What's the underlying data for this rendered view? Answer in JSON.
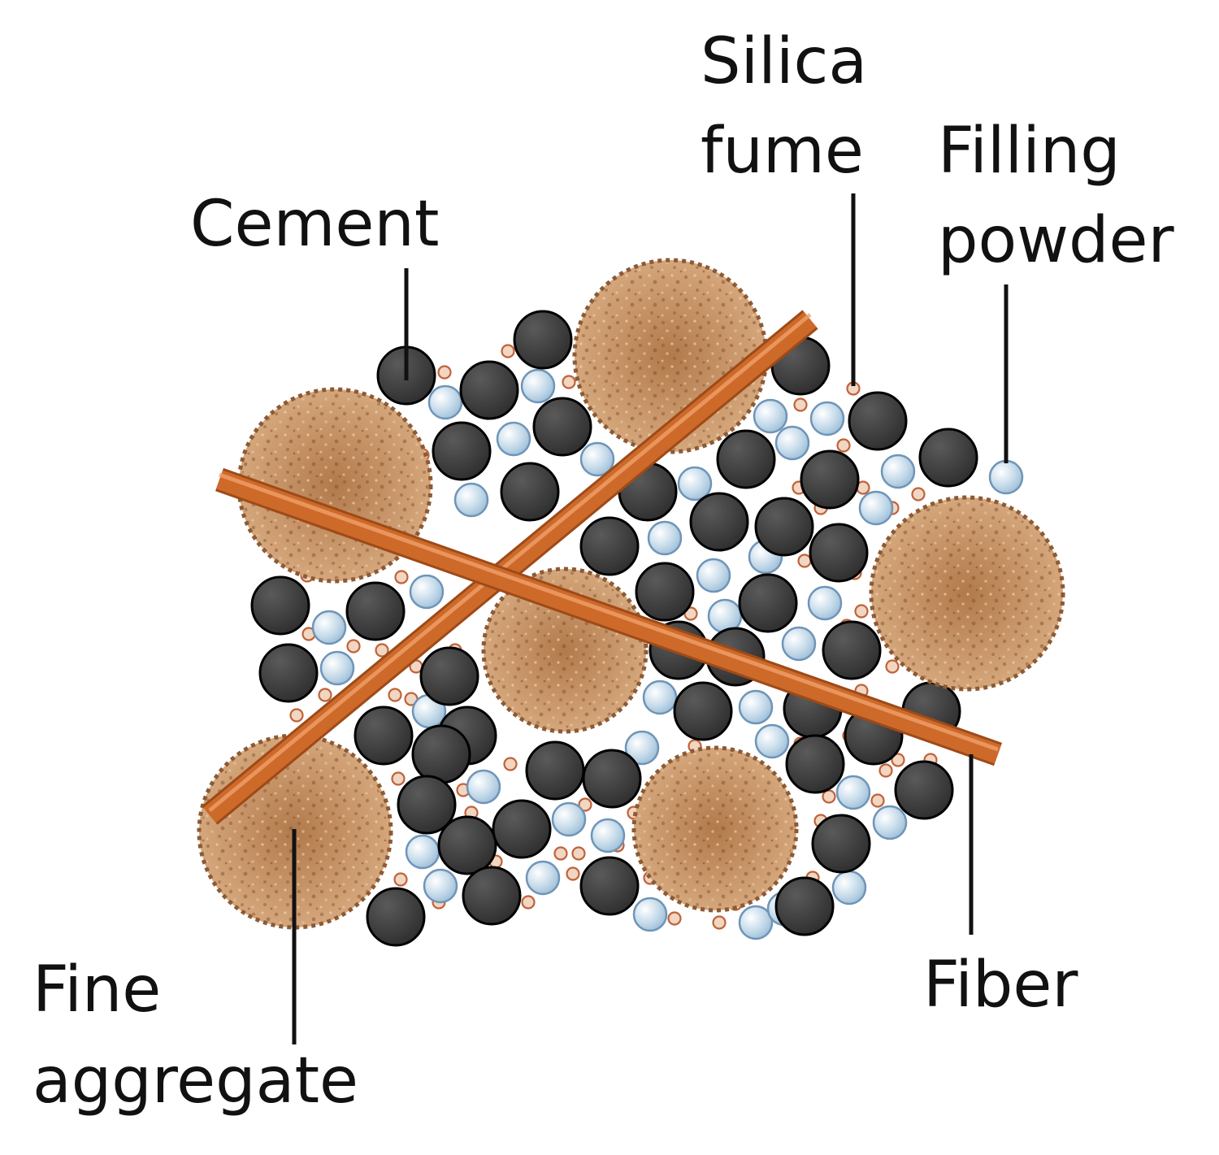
{
  "labels": {
    "cement": "Cement",
    "silica_fume_line1": "Silica",
    "silica_fume_line2": "fume",
    "filling_powder_line1": "Filling",
    "filling_powder_line2": "powder",
    "fine_aggregate_line1": "Fine",
    "fine_aggregate_line2": "aggregate",
    "fiber": "Fiber"
  },
  "colors": {
    "cement": "#3b3b3b",
    "cement_outline": "#000000",
    "filling_powder": "#bcd4e6",
    "filling_powder_outline": "#6f95b8",
    "silica_fume": "#f1d6c2",
    "silica_fume_outline": "#c0623a",
    "fine_aggregate": "#c9956a",
    "fine_aggregate_dark": "#8c5a34",
    "fiber": "#cd6a2a",
    "fiber_highlight": "#f0a06a"
  },
  "icons": {
    "cement": "dark-sphere",
    "filling_powder": "light-blue-sphere",
    "silica_fume": "small-orange-sphere",
    "fine_aggregate": "textured-sand-sphere",
    "fiber": "orange-rod"
  }
}
